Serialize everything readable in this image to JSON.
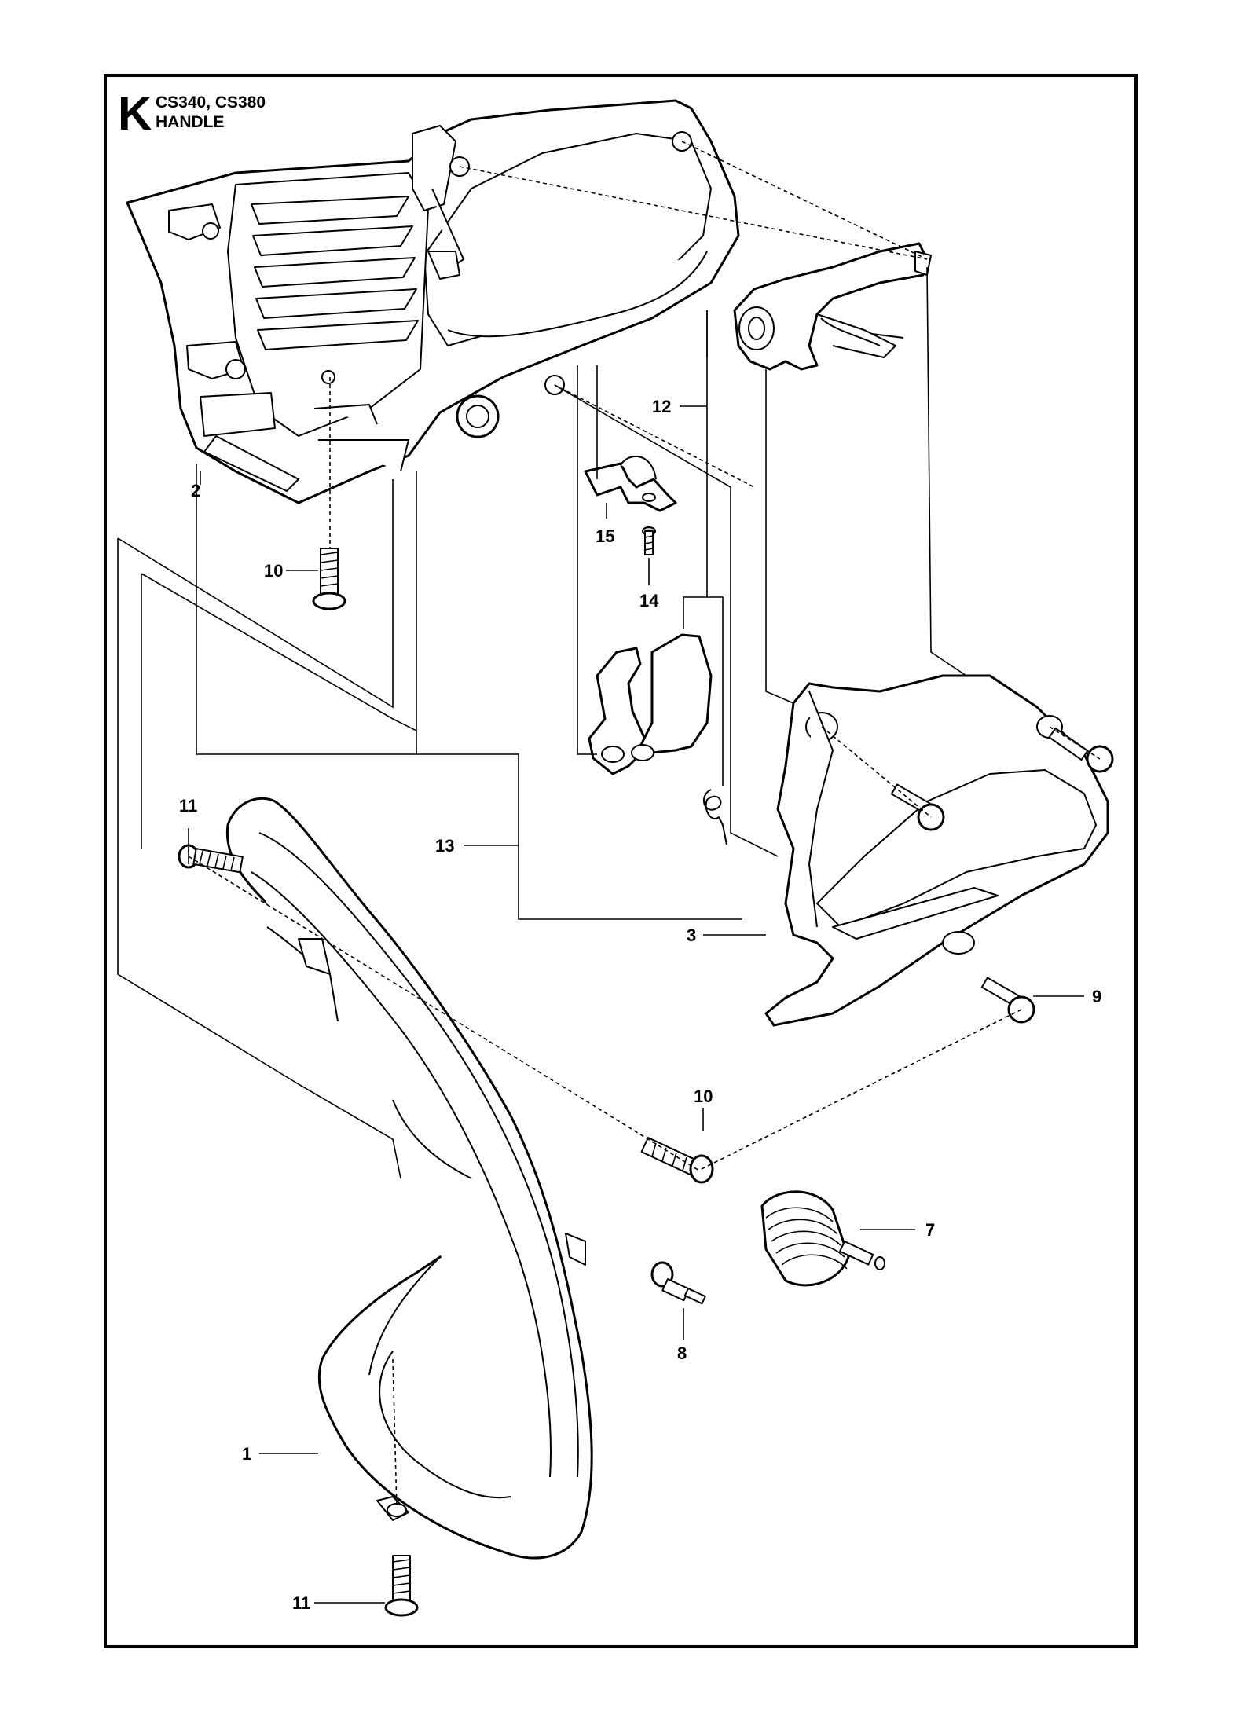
{
  "header": {
    "section_letter": "K",
    "models": "CS340, CS380",
    "title": "HANDLE"
  },
  "callouts": [
    {
      "id": "c1",
      "label": "1"
    },
    {
      "id": "c2",
      "label": "2"
    },
    {
      "id": "c3",
      "label": "3"
    },
    {
      "id": "c7",
      "label": "7"
    },
    {
      "id": "c8",
      "label": "8"
    },
    {
      "id": "c9",
      "label": "9"
    },
    {
      "id": "c10a",
      "label": "10"
    },
    {
      "id": "c10b",
      "label": "10"
    },
    {
      "id": "c11a",
      "label": "11"
    },
    {
      "id": "c11b",
      "label": "11"
    },
    {
      "id": "c12",
      "label": "12"
    },
    {
      "id": "c13",
      "label": "13"
    },
    {
      "id": "c14",
      "label": "14"
    },
    {
      "id": "c15",
      "label": "15"
    }
  ]
}
